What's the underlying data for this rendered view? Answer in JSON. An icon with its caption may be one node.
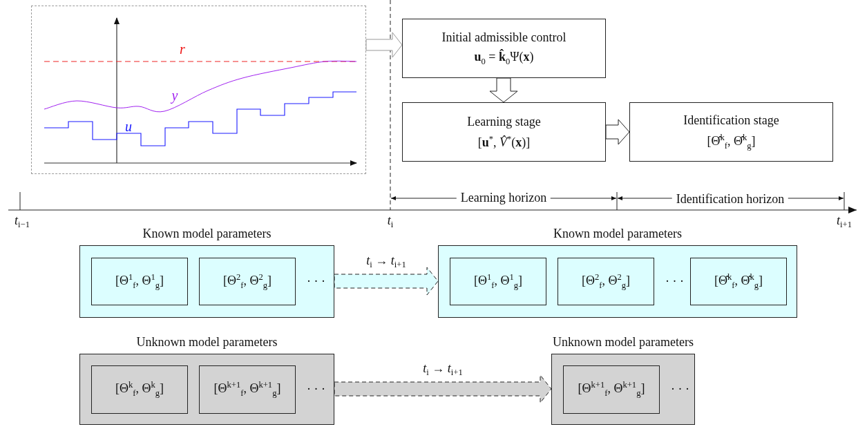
{
  "diagram": {
    "nodes": [
      {
        "text": [],
        "shape": "picture"
      },
      {
        "text": [
          "Initial admissible control",
          "**u**$_{0}$ = **k̂**$_{0}$Ψ(**x**)"
        ]
      },
      {
        "text": [
          "Learning stage",
          "[**u**$^{*}$, *V̂*$^{*}$(**x**)]"
        ]
      },
      {
        "text": [
          "Identification stage",
          "[Θ̂$^{k}$$_{f}$, Θ̂$^{k}$$_{g}$]"
        ]
      },
      {
        "text": [
          "Known model parameters",
          "· · ·"
        ]
      },
      {
        "text": [
          "[Θ$^{1}$$_{f}$, Θ$^{1}$$_{g}$]"
        ],
        "in": 4
      },
      {
        "text": [
          "[Θ$^{2}$$_{f}$, Θ$^{2}$$_{g}$]"
        ],
        "in": 4
      },
      {
        "text": [
          "Known model parameters",
          "· · ·"
        ]
      },
      {
        "text": [
          "[Θ$^{1}$$_{f}$, Θ$^{1}$$_{g}$]"
        ],
        "in": 7
      },
      {
        "text": [
          "[Θ$^{2}$$_{f}$, Θ$^{2}$$_{g}$]"
        ],
        "in": 7
      },
      {
        "text": [
          "[Θ̂$^{k}$$_{f}$, Θ̂$^{k}$$_{g}$]"
        ],
        "in": 7
      },
      {
        "text": [
          "Unknown model parameters",
          "· · ·"
        ]
      },
      {
        "text": [
          "[Θ$^{k}$$_{f}$, Θ$^{k}$$_{g}$]"
        ],
        "in": 11
      },
      {
        "text": [
          "[Θ$^{k+1}$$_{f}$, Θ$^{k+1}$$_{g}$]"
        ],
        "in": 11
      },
      {
        "text": [
          "Unknown model parameters",
          "· · ·"
        ]
      },
      {
        "text": [
          "[Θ$^{k+1}$$_{f}$, Θ$^{k+1}$$_{g}$]"
        ],
        "in": 14
      }
    ],
    "edges": [
      {
        "from": 0,
        "to": 1,
        "arrow": "to",
        "color": "#999999"
      },
      {
        "from": 1,
        "to": 2,
        "arrow": "to"
      },
      {
        "from": 2,
        "to": 3,
        "arrow": "to"
      },
      {
        "from": 4,
        "to": 7,
        "arrow": "to",
        "style": "dashed",
        "label": "*t*$_{i}$ → *t*$_{i+1}$"
      },
      {
        "from": 11,
        "to": 14,
        "arrow": "to",
        "style": "dashed",
        "label": "*t*$_{i}$ → *t*$_{i+1}$"
      }
    ],
    "labels": [
      "*r*",
      "*y*",
      "*u*",
      "*t*$_{i−1}$",
      "*t*$_{i}$",
      "*t*$_{i+1}$",
      "Learning horizon",
      "Identification horizon"
    ]
  }
}
